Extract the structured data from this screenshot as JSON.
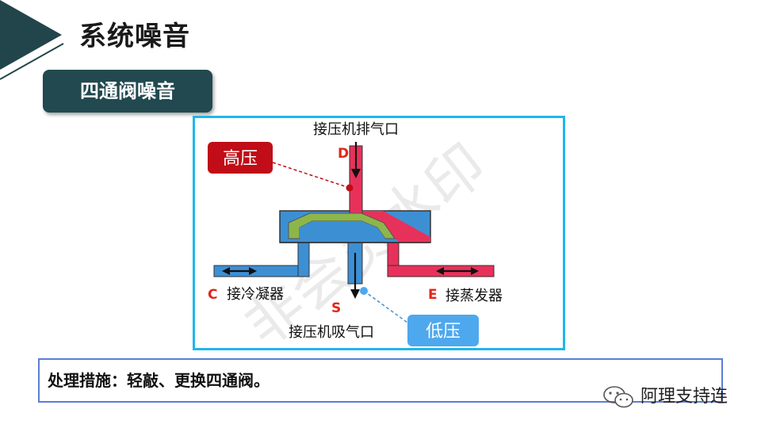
{
  "header": {
    "title": "系统噪音"
  },
  "section": {
    "subtitle": "四通阀噪音"
  },
  "diagram": {
    "top_port_label": "接压机排气口",
    "bottom_port_label": "接压机吸气口",
    "left_port_label": "接冷凝器",
    "right_port_label": "接蒸发器",
    "letter_d": "D",
    "letter_s": "S",
    "letter_c": "C",
    "letter_e": "E",
    "high_pressure_label": "高压",
    "low_pressure_label": "低压",
    "watermark": "非会员水印",
    "colors": {
      "high": "#e8315a",
      "low": "#3d8fd4",
      "slider": "#8db64a",
      "high_tag": "#c00d17",
      "low_tag": "#4ea8ee",
      "letters": "#e0261a"
    }
  },
  "measures": {
    "text": "处理措施：轻敲、更换四通阀。"
  },
  "brand": {
    "text": "阿理支持连",
    "icon": "wechat-icon"
  }
}
